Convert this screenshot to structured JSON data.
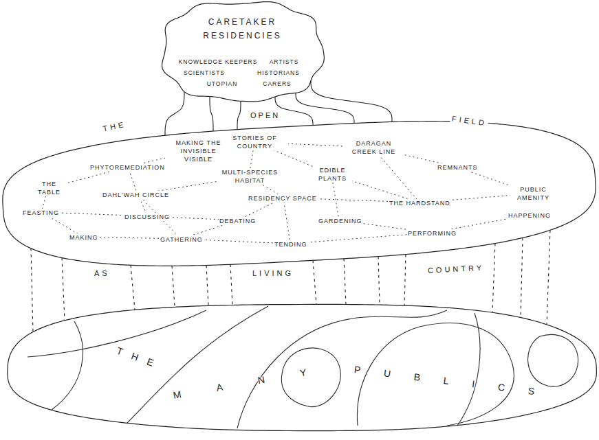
{
  "diagram": {
    "nodes": [
      {
        "text": [
          "CARETAKER RESIDENCIES",
          "KNOWLEDGE KEEPERS",
          "ARTISTS",
          "SCIENTISTS",
          "HISTORIANS",
          "UTOPIAN",
          "CARERS"
        ]
      },
      {
        "text": [
          "THE",
          "OPEN",
          "FIELD",
          "AS",
          "LIVING",
          "COUNTRY"
        ]
      },
      {
        "text": [
          "THE",
          "MANY",
          "PUBLICS"
        ]
      }
    ],
    "edges": [
      {
        "from": 0,
        "to": 1,
        "arrow": "none"
      },
      {
        "from": 0,
        "to": 1,
        "arrow": "none"
      },
      {
        "from": 0,
        "to": 1,
        "arrow": "none"
      },
      {
        "from": 0,
        "to": 1,
        "arrow": "none"
      },
      {
        "from": 0,
        "to": 1,
        "arrow": "none"
      },
      {
        "from": 0,
        "to": 1,
        "arrow": "none"
      },
      {
        "from": 1,
        "to": 2,
        "arrow": "none"
      },
      {
        "from": 1,
        "to": 2,
        "arrow": "none"
      },
      {
        "from": 1,
        "to": 2,
        "arrow": "none"
      },
      {
        "from": 1,
        "to": 2,
        "arrow": "none"
      },
      {
        "from": 1,
        "to": 2,
        "arrow": "none"
      },
      {
        "from": 1,
        "to": 2,
        "arrow": "none"
      },
      {
        "from": 1,
        "to": 2,
        "arrow": "none"
      },
      {
        "from": 1,
        "to": 2,
        "arrow": "none"
      },
      {
        "from": 1,
        "to": 2,
        "arrow": "none"
      },
      {
        "from": 1,
        "to": 2,
        "arrow": "none"
      },
      {
        "from": 1,
        "to": 2,
        "arrow": "none"
      },
      {
        "from": 1,
        "to": 2,
        "arrow": "none"
      },
      {
        "from": 1,
        "to": 2,
        "arrow": "none"
      }
    ],
    "labels": [
      "MAKING THE INVISIBLE VISIBLE",
      "STORIES OF COUNTRY",
      "DARAGAN CREEK LINE",
      "THE TABLE",
      "PHYTOREMEDIATION",
      "MULTI-SPECIES HABITAT",
      "EDIBLE PLANTS",
      "REMNANTS",
      "DAHL'WAH CIRCLE",
      "RESIDENCY SPACE",
      "THE HARDSTAND",
      "PUBLIC AMENITY",
      "FEASTING",
      "DISCUSSING",
      "DEBATING",
      "GARDENING",
      "MAKING",
      "GATHERING",
      "TENDING",
      "PERFORMING",
      "HAPPENING"
    ]
  }
}
